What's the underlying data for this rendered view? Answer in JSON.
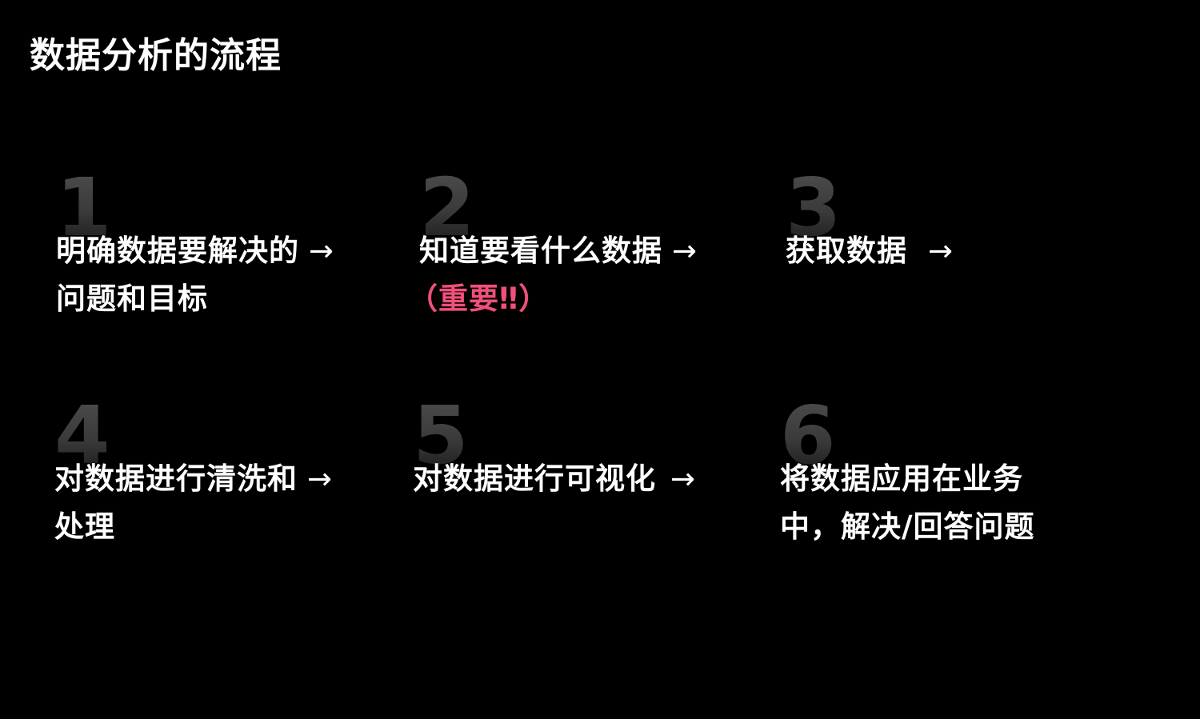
{
  "title": "数据分析的流程",
  "accent_color": "#f0507a",
  "arrow_glyph": "→",
  "steps": [
    {
      "number": "1",
      "line1": "明确数据要解决的",
      "line2": "问题和目标",
      "has_arrow": true
    },
    {
      "number": "2",
      "line1": "知道要看什么数据",
      "line2": "（重要‼）",
      "line2_accent": true,
      "has_arrow": true
    },
    {
      "number": "3",
      "line1": "获取数据",
      "line2": "",
      "has_arrow": true
    },
    {
      "number": "4",
      "line1": "对数据进行清洗和",
      "line2": "处理",
      "has_arrow": true
    },
    {
      "number": "5",
      "line1": "对数据进行可视化",
      "line2": "",
      "has_arrow": true
    },
    {
      "number": "6",
      "line1": "将数据应用在业务",
      "line2": "中，解决/回答问题",
      "has_arrow": false
    }
  ]
}
